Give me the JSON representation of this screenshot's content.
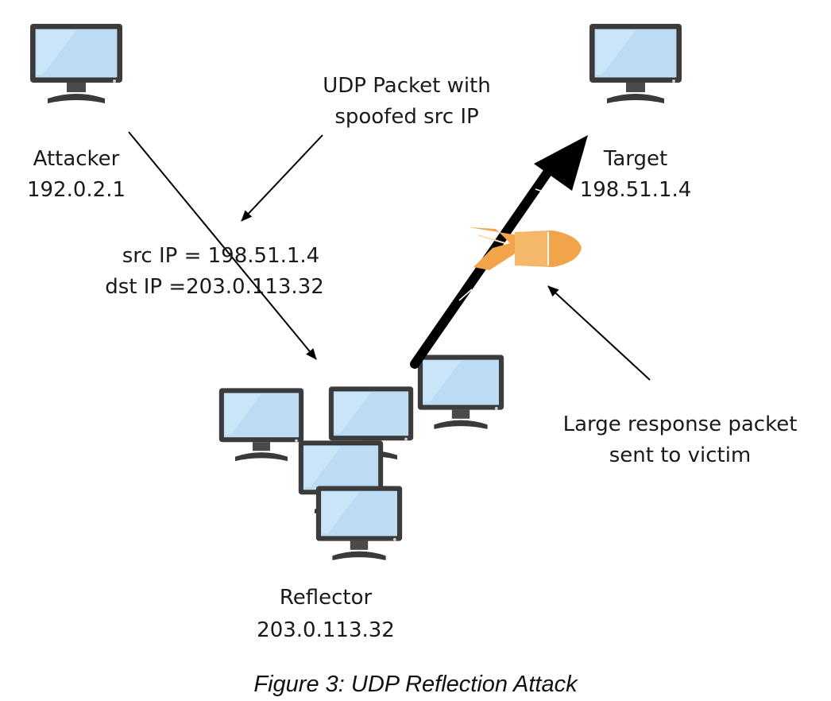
{
  "nodes": {
    "attacker": {
      "name": "Attacker",
      "ip": "192.0.2.1"
    },
    "target": {
      "name": "Target",
      "ip": "198.51.1.4"
    },
    "reflector": {
      "name": "Reflector",
      "ip": "203.0.113.32"
    }
  },
  "annotations": {
    "udp_packet": [
      "UDP Packet with",
      "spoofed src IP"
    ],
    "packet_fields": [
      "src IP = 198.51.1.4",
      "dst IP =203.0.113.32"
    ],
    "large_response": [
      "Large response packet",
      "sent to victim"
    ]
  },
  "caption": "Figure 3: UDP Reflection Attack",
  "colors": {
    "screen": "#bcdcf4",
    "monitor_frame": "#3c3c3c",
    "bomb": "#f2a44a",
    "bomb_light": "#f8c98a",
    "arrow": "#000000"
  },
  "icons": [
    "monitor-icon",
    "bomb-icon"
  ]
}
